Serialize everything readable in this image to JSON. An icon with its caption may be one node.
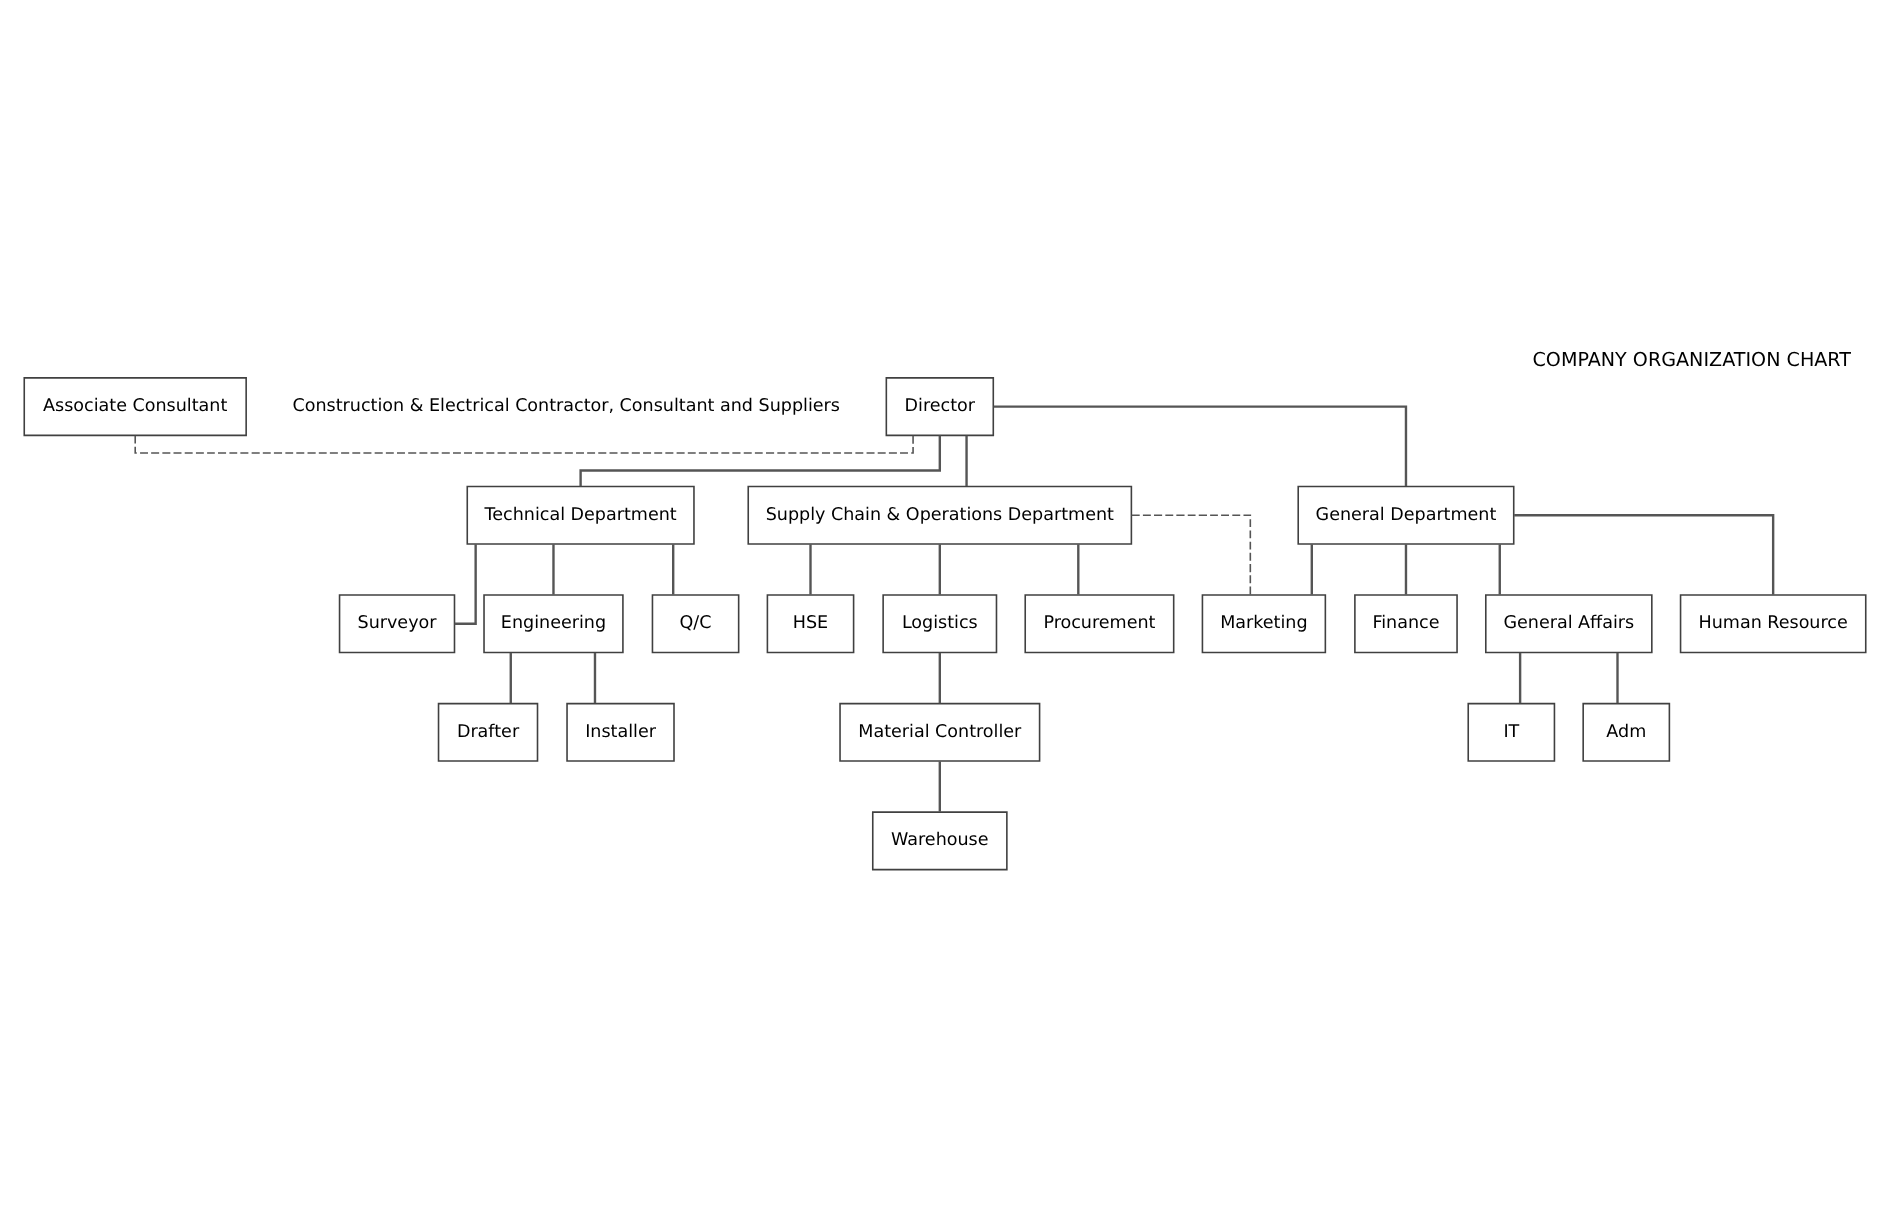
{
  "diagram": {
    "title": "COMPANY ORGANIZATION CHART",
    "nodes": [
      {
        "text": [
          "Director"
        ]
      },
      {
        "text": [
          "Associate Consultant"
        ]
      },
      {
        "text": [
          "Technical Department"
        ]
      },
      {
        "text": [
          "Supply Chain & Operations Department"
        ]
      },
      {
        "text": [
          "General Department"
        ]
      },
      {
        "text": [
          "Surveyor"
        ]
      },
      {
        "text": [
          "Engineering"
        ]
      },
      {
        "text": [
          "Q/C"
        ]
      },
      {
        "text": [
          "HSE"
        ]
      },
      {
        "text": [
          "Logistics"
        ]
      },
      {
        "text": [
          "Procurement"
        ]
      },
      {
        "text": [
          "Marketing"
        ]
      },
      {
        "text": [
          "Finance"
        ]
      },
      {
        "text": [
          "General Affairs"
        ]
      },
      {
        "text": [
          "Human Resource"
        ]
      },
      {
        "text": [
          "Drafter"
        ]
      },
      {
        "text": [
          "Installer"
        ]
      },
      {
        "text": [
          "Material Controller"
        ]
      },
      {
        "text": [
          "Warehouse"
        ]
      },
      {
        "text": [
          "IT"
        ]
      },
      {
        "text": [
          "Adm"
        ]
      }
    ],
    "edges": [
      {
        "from": 0,
        "to": 1,
        "arrow": "none",
        "style": "dashed"
      },
      {
        "from": 0,
        "to": 2,
        "arrow": "none"
      },
      {
        "from": 0,
        "to": 3,
        "arrow": "none"
      },
      {
        "from": 0,
        "to": 4,
        "arrow": "none"
      },
      {
        "from": 2,
        "to": 5,
        "arrow": "none"
      },
      {
        "from": 2,
        "to": 6,
        "arrow": "none"
      },
      {
        "from": 2,
        "to": 7,
        "arrow": "none"
      },
      {
        "from": 6,
        "to": 15,
        "arrow": "none"
      },
      {
        "from": 6,
        "to": 16,
        "arrow": "none"
      },
      {
        "from": 3,
        "to": 8,
        "arrow": "none"
      },
      {
        "from": 3,
        "to": 9,
        "arrow": "none"
      },
      {
        "from": 3,
        "to": 10,
        "arrow": "none"
      },
      {
        "from": 9,
        "to": 17,
        "arrow": "none"
      },
      {
        "from": 17,
        "to": 18,
        "arrow": "none"
      },
      {
        "from": 3,
        "to": 11,
        "arrow": "none",
        "style": "dashed"
      },
      {
        "from": 4,
        "to": 11,
        "arrow": "none"
      },
      {
        "from": 4,
        "to": 12,
        "arrow": "none"
      },
      {
        "from": 4,
        "to": 13,
        "arrow": "none"
      },
      {
        "from": 4,
        "to": 14,
        "arrow": "none"
      },
      {
        "from": 13,
        "to": 19,
        "arrow": "none"
      },
      {
        "from": 13,
        "to": 20,
        "arrow": "none"
      }
    ],
    "labels": [
      "Construction & Electrical Contractor, Consultant and Suppliers"
    ]
  }
}
